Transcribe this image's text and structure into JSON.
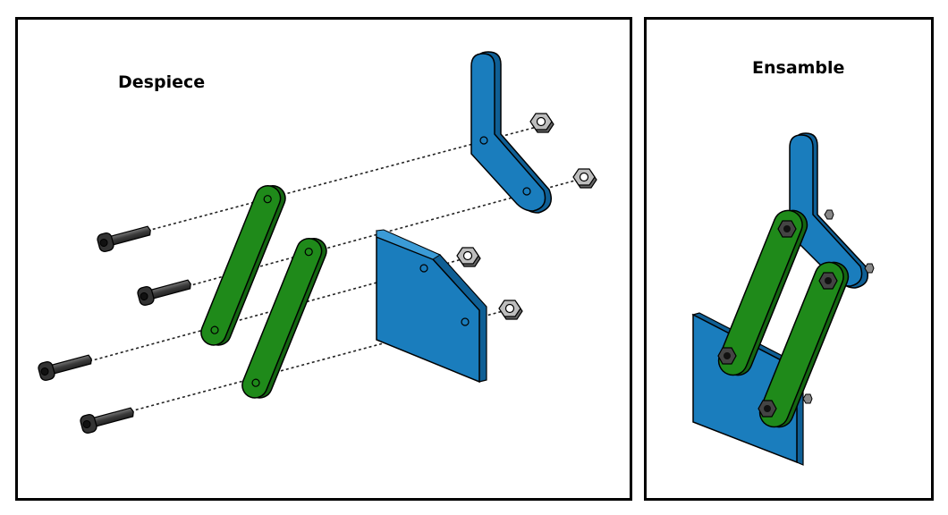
{
  "exploded_view": {
    "title": "Despiece",
    "parts": [
      "blue-l-bracket",
      "blue-base-plate",
      "green-link-upper",
      "green-link-lower",
      "hex-nut",
      "hex-nut",
      "hex-nut",
      "hex-nut",
      "bolt",
      "bolt",
      "bolt",
      "bolt"
    ]
  },
  "assembly_view": {
    "title": "Ensamble"
  },
  "colors": {
    "blue": "#1a7dbd",
    "blue_dark": "#0f5f95",
    "green": "#1f8a1a",
    "green_dark": "#156612",
    "metal": "#555555",
    "metal_light": "#bdbdbd"
  }
}
